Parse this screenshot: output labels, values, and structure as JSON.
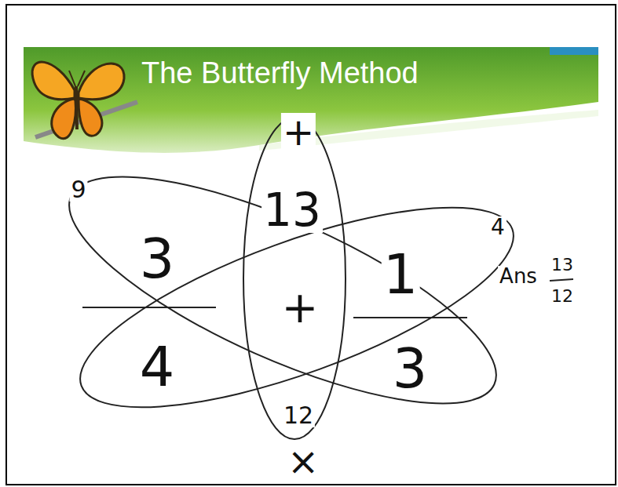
{
  "diagram": {
    "title": "The Butterfly Method",
    "labels": [
      "+",
      "9",
      "13",
      "4",
      "3",
      "+",
      "1",
      "Ans",
      "13",
      "12",
      "4",
      "3",
      "12",
      "×"
    ]
  }
}
